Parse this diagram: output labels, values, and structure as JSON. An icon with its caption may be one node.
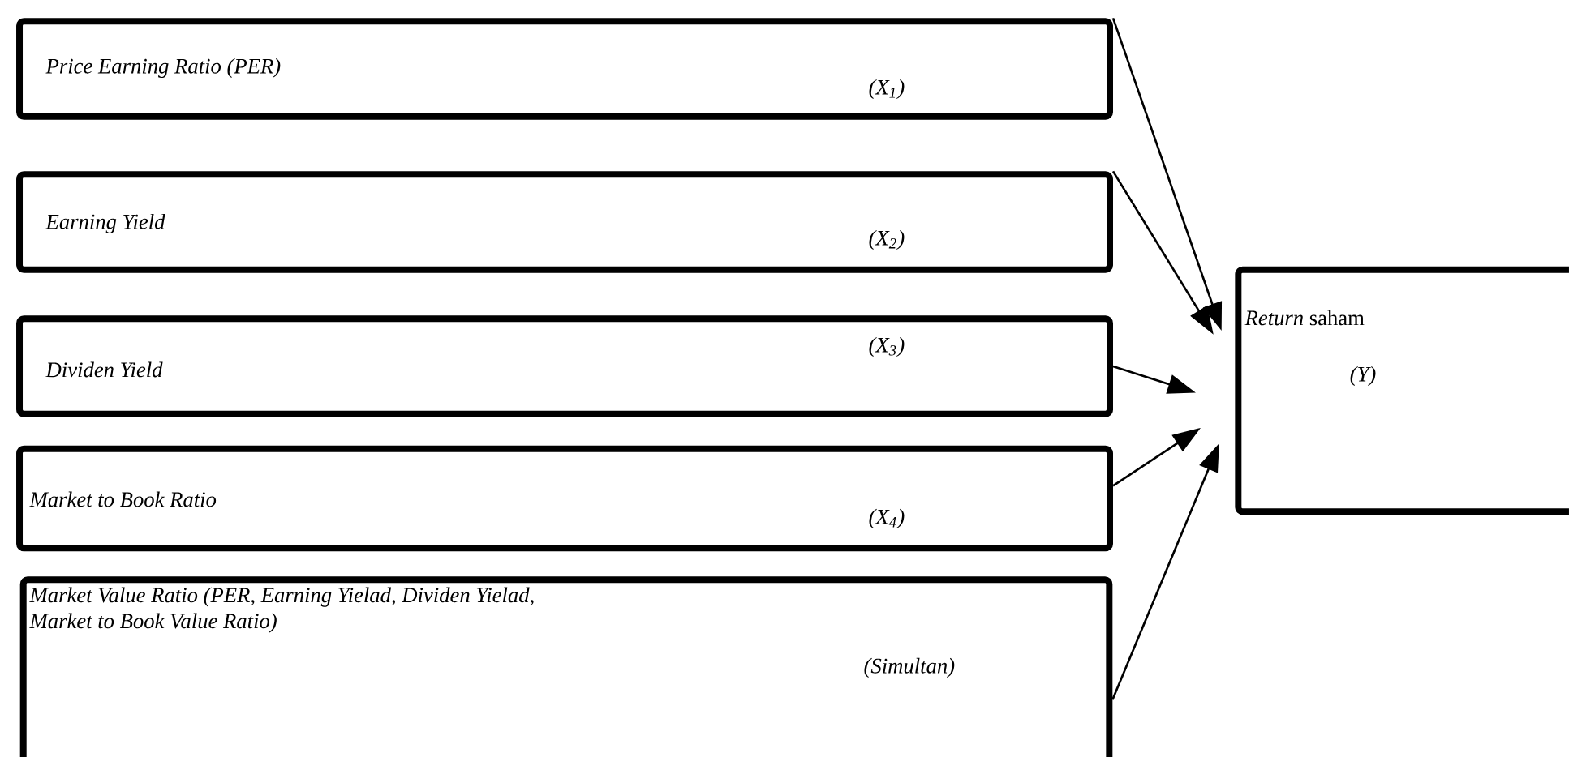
{
  "diagram": {
    "nodes": [
      {
        "text": [
          "Price Earning Ratio (PER)",
          "(X$_{1}$)"
        ]
      },
      {
        "text": [
          "Earning Yield",
          "(X$_{2}$)"
        ]
      },
      {
        "text": [
          "Dividen Yield",
          "(X$_{3}$)"
        ]
      },
      {
        "text": [
          "Market to Book Ratio",
          "(X$_{4}$)"
        ]
      },
      {
        "text": [
          "Market Value Ratio (PER, Earning Yielad, Dividen Yielad, Market to Book Value Ratio)",
          "(Simultan)"
        ]
      },
      {
        "text": [
          "*Return* saham",
          "(Y)"
        ]
      }
    ],
    "edges": [
      {
        "from": 0,
        "to": 5,
        "arrow": "to"
      },
      {
        "from": 1,
        "to": 5,
        "arrow": "to"
      },
      {
        "from": 2,
        "to": 5,
        "arrow": "to"
      },
      {
        "from": 3,
        "to": 5,
        "arrow": "to"
      },
      {
        "from": 4,
        "to": 5,
        "arrow": "to"
      }
    ]
  }
}
